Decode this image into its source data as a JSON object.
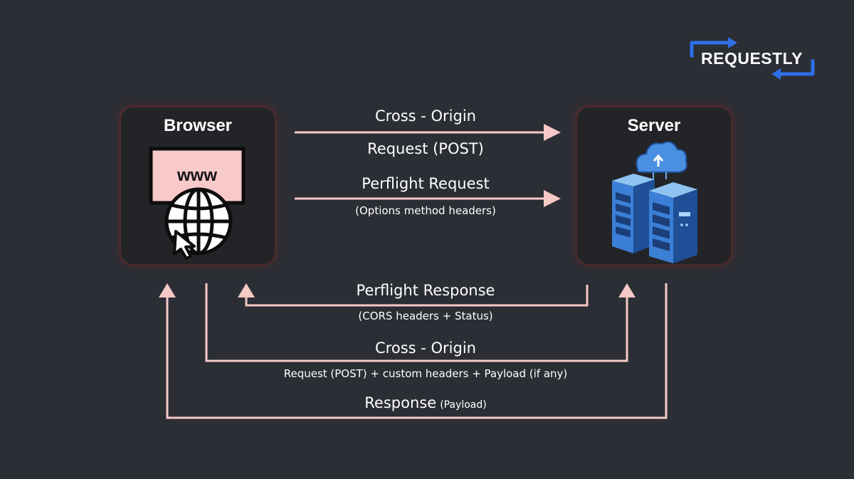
{
  "brand": {
    "logo_text": "REQUESTLY",
    "accent_color": "#2f6fe8"
  },
  "nodes": {
    "browser": {
      "title": "Browser",
      "icon_text": "www"
    },
    "server": {
      "title": "Server"
    }
  },
  "flows": {
    "cross_origin_request": {
      "title": "Cross - Origin",
      "subtitle": "Request (POST)"
    },
    "preflight_request": {
      "title": "Perflight Request",
      "subtitle": "(Options method headers)"
    },
    "preflight_response": {
      "title": "Perflight Response",
      "subtitle": "(CORS headers + Status)"
    },
    "actual_request": {
      "title": "Cross - Origin",
      "subtitle": "Request (POST) + custom headers + Payload (if any)"
    },
    "response": {
      "title": "Response",
      "subtitle": "(Payload)"
    }
  },
  "colors": {
    "background": "#2b2e35",
    "arrow": "#f6c9c6",
    "box_border": "#4a2a2d",
    "browser_screen": "#f7c9c8"
  }
}
